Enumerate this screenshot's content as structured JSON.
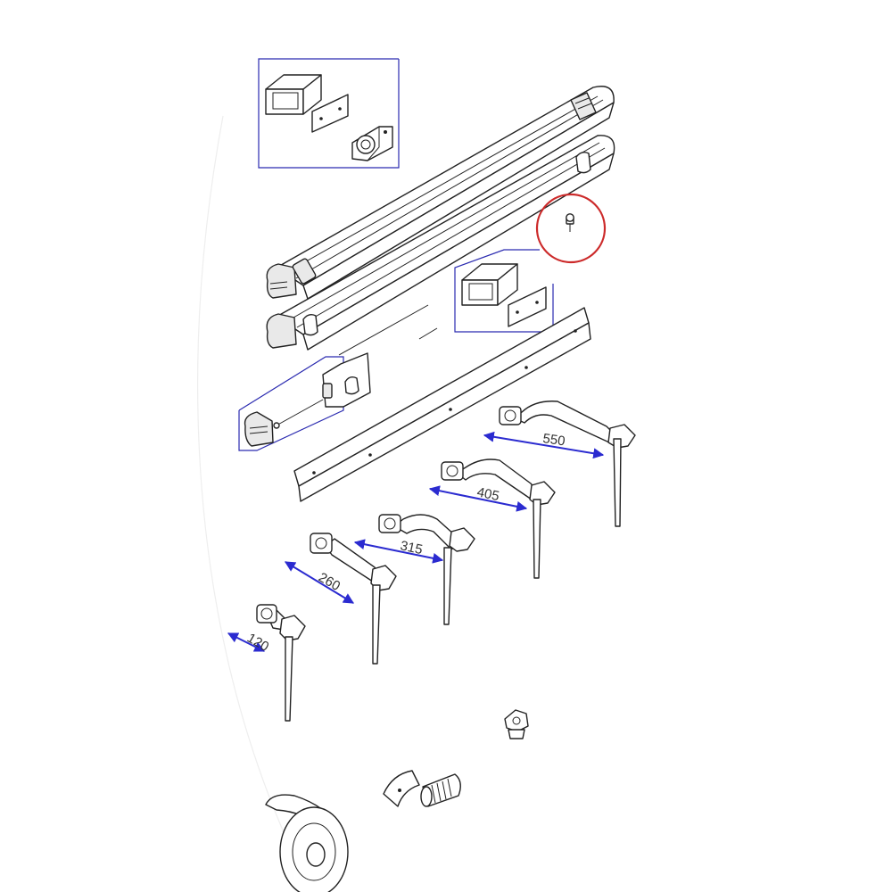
{
  "colors": {
    "line": "#222222",
    "callout": "#2b2bb0",
    "dimension": "#2b2bd0",
    "highlight": "#cc2a2a"
  },
  "dimensions": [
    {
      "label": "550"
    },
    {
      "label": "405"
    },
    {
      "label": "315"
    },
    {
      "label": "260"
    },
    {
      "label": "120"
    }
  ]
}
